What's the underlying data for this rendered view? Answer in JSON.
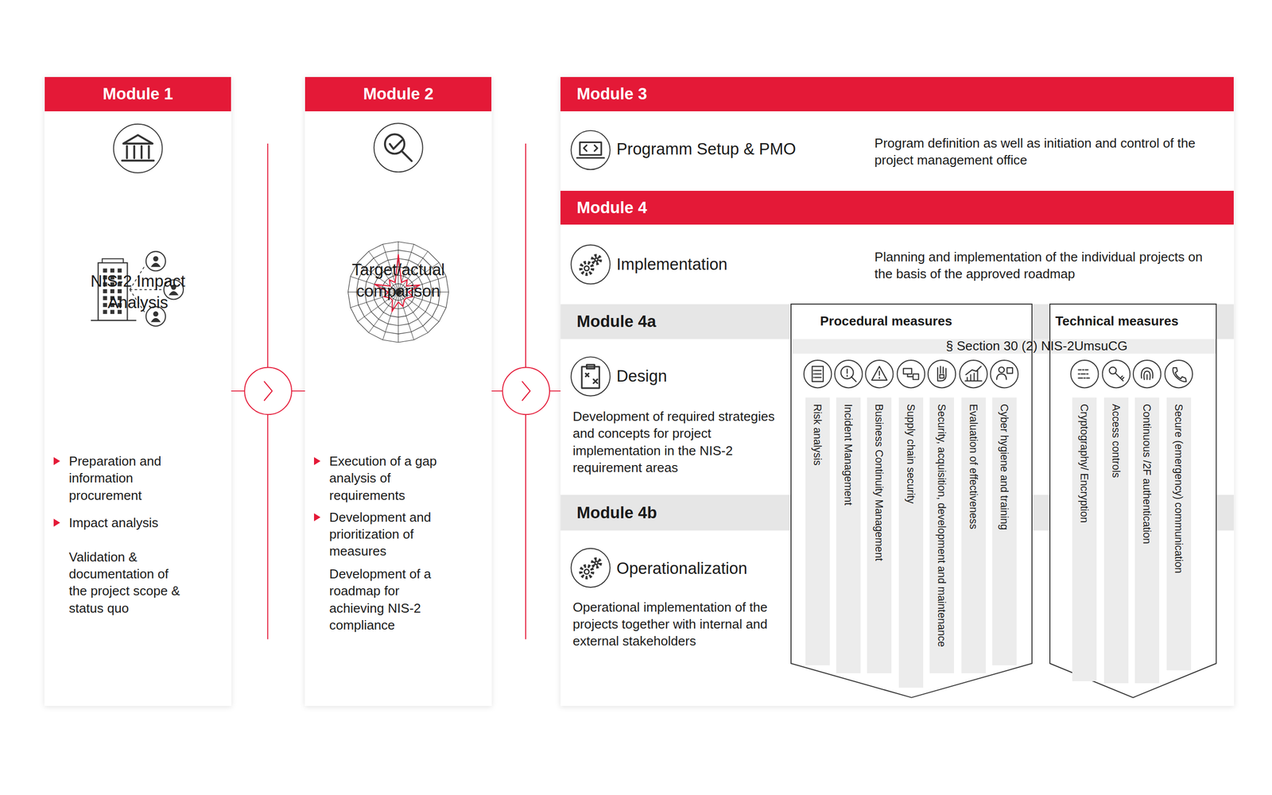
{
  "diagram": {
    "nodes": [
      {
        "text": [
          "Module 1",
          "NIS-2 Impact Analysis",
          "Preparation and information procurement",
          "Impact analysis",
          "Validation & documentation of the project scope & status quo"
        ]
      },
      {
        "text": [
          "Module 2",
          "Target/actual comparison",
          "Execution of a gap analysis of requirements",
          "Development and prioritization of measures",
          "Development of a roadmap for achieving NIS-2 compliance"
        ]
      },
      {
        "text": [
          "Module 3",
          "Programm Setup & PMO",
          "Program definition as well as initiation and control of the project management office"
        ]
      },
      {
        "text": [
          "Module 4",
          "Implementation",
          "Planning and implementation of the individual projects on the basis of the approved roadmap"
        ]
      },
      {
        "text": [
          "Module 4a",
          "Design",
          "Development of required strategies and concepts for project implementation in the NIS-2 requirement areas"
        ]
      },
      {
        "text": [
          "Module 4b",
          "Operationalization",
          "Operational implementation of the projects together with internal and external stakeholders"
        ]
      },
      {
        "text": [
          "Procedural measures"
        ]
      },
      {
        "text": [
          "Technical measures"
        ]
      },
      {
        "text": [
          "Risk analysis"
        ],
        "in": 6
      },
      {
        "text": [
          "Incident Management"
        ],
        "in": 6
      },
      {
        "text": [
          "Business Continuity Management"
        ],
        "in": 6
      },
      {
        "text": [
          "Supply chain security"
        ],
        "in": 6
      },
      {
        "text": [
          "Security, acquisition, development and maintenance"
        ],
        "in": 6
      },
      {
        "text": [
          "Evaluation of effectiveness"
        ],
        "in": 6
      },
      {
        "text": [
          "Cyber hygiene and training"
        ],
        "in": 6
      },
      {
        "text": [
          "Cryptography/ Encryption"
        ],
        "in": 7
      },
      {
        "text": [
          "Access controls"
        ],
        "in": 7
      },
      {
        "text": [
          "Continuous /2F authentication"
        ],
        "in": 7
      },
      {
        "text": [
          "Secure (emergency) communication"
        ],
        "in": 7
      }
    ],
    "edges": [
      {
        "from": 0,
        "to": 1,
        "arrow": "to"
      },
      {
        "from": 1,
        "to": 2,
        "arrow": "to"
      }
    ],
    "labels": [
      "§ Section 30 (2) NIS-2UmsuCG"
    ]
  }
}
